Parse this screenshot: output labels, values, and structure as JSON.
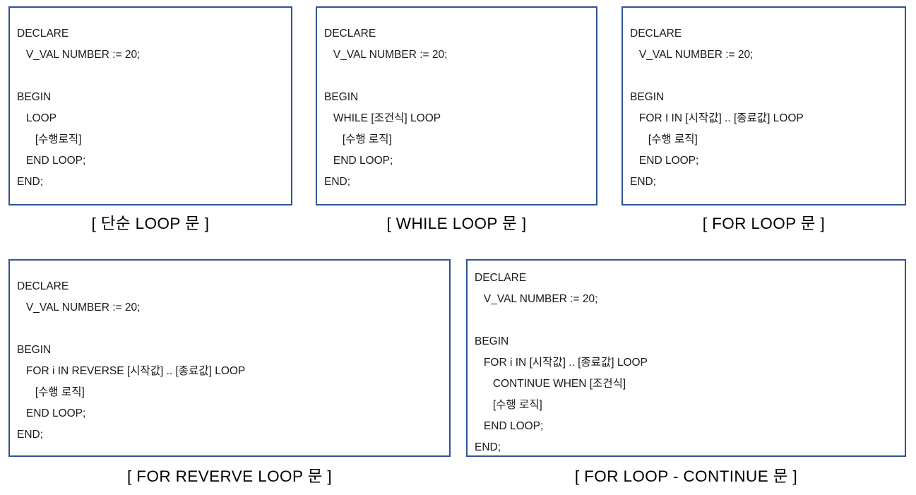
{
  "theme": {
    "border_color": "#2F5496",
    "background": "#ffffff",
    "text_color": "#1a1a1a"
  },
  "boxes": [
    {
      "id": "simple-loop",
      "caption": "[ 단순 LOOP 문 ]",
      "lines": [
        "DECLARE",
        "   V_VAL NUMBER := 20;",
        "",
        "BEGIN",
        "   LOOP",
        "      [수행로직]",
        "   END LOOP;",
        "END;"
      ]
    },
    {
      "id": "while-loop",
      "caption": "[ WHILE LOOP 문 ]",
      "lines": [
        "DECLARE",
        "   V_VAL NUMBER := 20;",
        "",
        "BEGIN",
        "   WHILE [조건식] LOOP",
        "      [수행 로직]",
        "   END LOOP;",
        "END;"
      ]
    },
    {
      "id": "for-loop",
      "caption": "[ FOR LOOP 문 ]",
      "lines": [
        "DECLARE",
        "   V_VAL NUMBER := 20;",
        "",
        "BEGIN",
        "   FOR I IN [시작값] .. [종료값] LOOP",
        "      [수행 로직]",
        "   END LOOP;",
        "END;"
      ]
    },
    {
      "id": "for-reverse-loop",
      "caption": "[ FOR REVERVE LOOP 문 ]",
      "lines": [
        "DECLARE",
        "   V_VAL NUMBER := 20;",
        "",
        "BEGIN",
        "   FOR i IN REVERSE [시작값] .. [종료값] LOOP",
        "      [수행 로직]",
        "   END LOOP;",
        "END;"
      ]
    },
    {
      "id": "for-loop-continue",
      "caption": "[ FOR LOOP - CONTINUE 문 ]",
      "lines": [
        "DECLARE",
        "   V_VAL NUMBER := 20;",
        "",
        "BEGIN",
        "   FOR i IN [시작값] .. [종료값] LOOP",
        "      CONTINUE WHEN [조건식]",
        "      [수행 로직]",
        "   END LOOP;",
        "END;"
      ]
    }
  ]
}
